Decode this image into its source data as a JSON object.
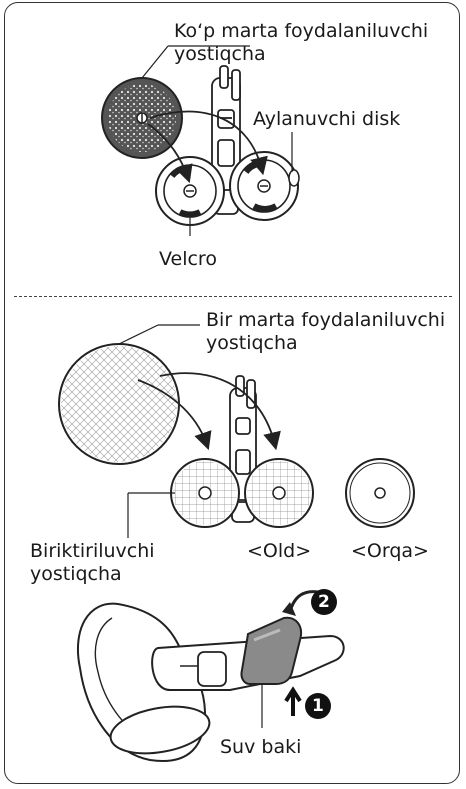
{
  "top": {
    "reusable_pad_label": "Ko‘p marta foydalaniluvchi\nyostiqcha",
    "rotating_disk_label": "Aylanuvchi disk",
    "velcro_label": "Velcro"
  },
  "middle": {
    "disposable_pad_label": "Bir marta foydalaniluvchi\nyostiqcha",
    "attachable_pad_label": "Biriktiriluvchi\nyostiqcha",
    "front_label": "<Old>",
    "back_label": "<Orqa>"
  },
  "bottom": {
    "water_tank_label": "Suv baki",
    "step_1": "1",
    "step_2": "2"
  }
}
